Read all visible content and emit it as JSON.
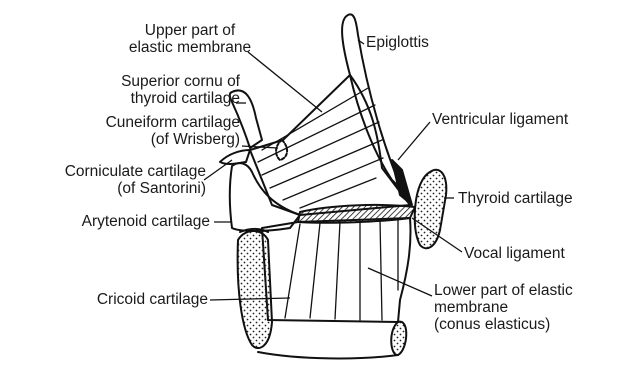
{
  "diagram": {
    "labels": {
      "upper_part": "Upper part of\nelastic membrane",
      "epiglottis": "Epiglottis",
      "superior_cornu": "Superior cornu of\nthyroid cartilage",
      "cuneiform": "Cuneiform cartilage\n(of Wrisberg)",
      "ventricular": "Ventricular ligament",
      "corniculate": "Corniculate cartilage\n(of Santorini)",
      "thyroid": "Thyroid cartilage",
      "arytenoid": "Arytenoid cartilage",
      "vocal": "Vocal ligament",
      "lower_part": "Lower part of elastic\nmembrane\n(conus elasticus)",
      "cricoid": "Cricoid cartilage"
    }
  }
}
